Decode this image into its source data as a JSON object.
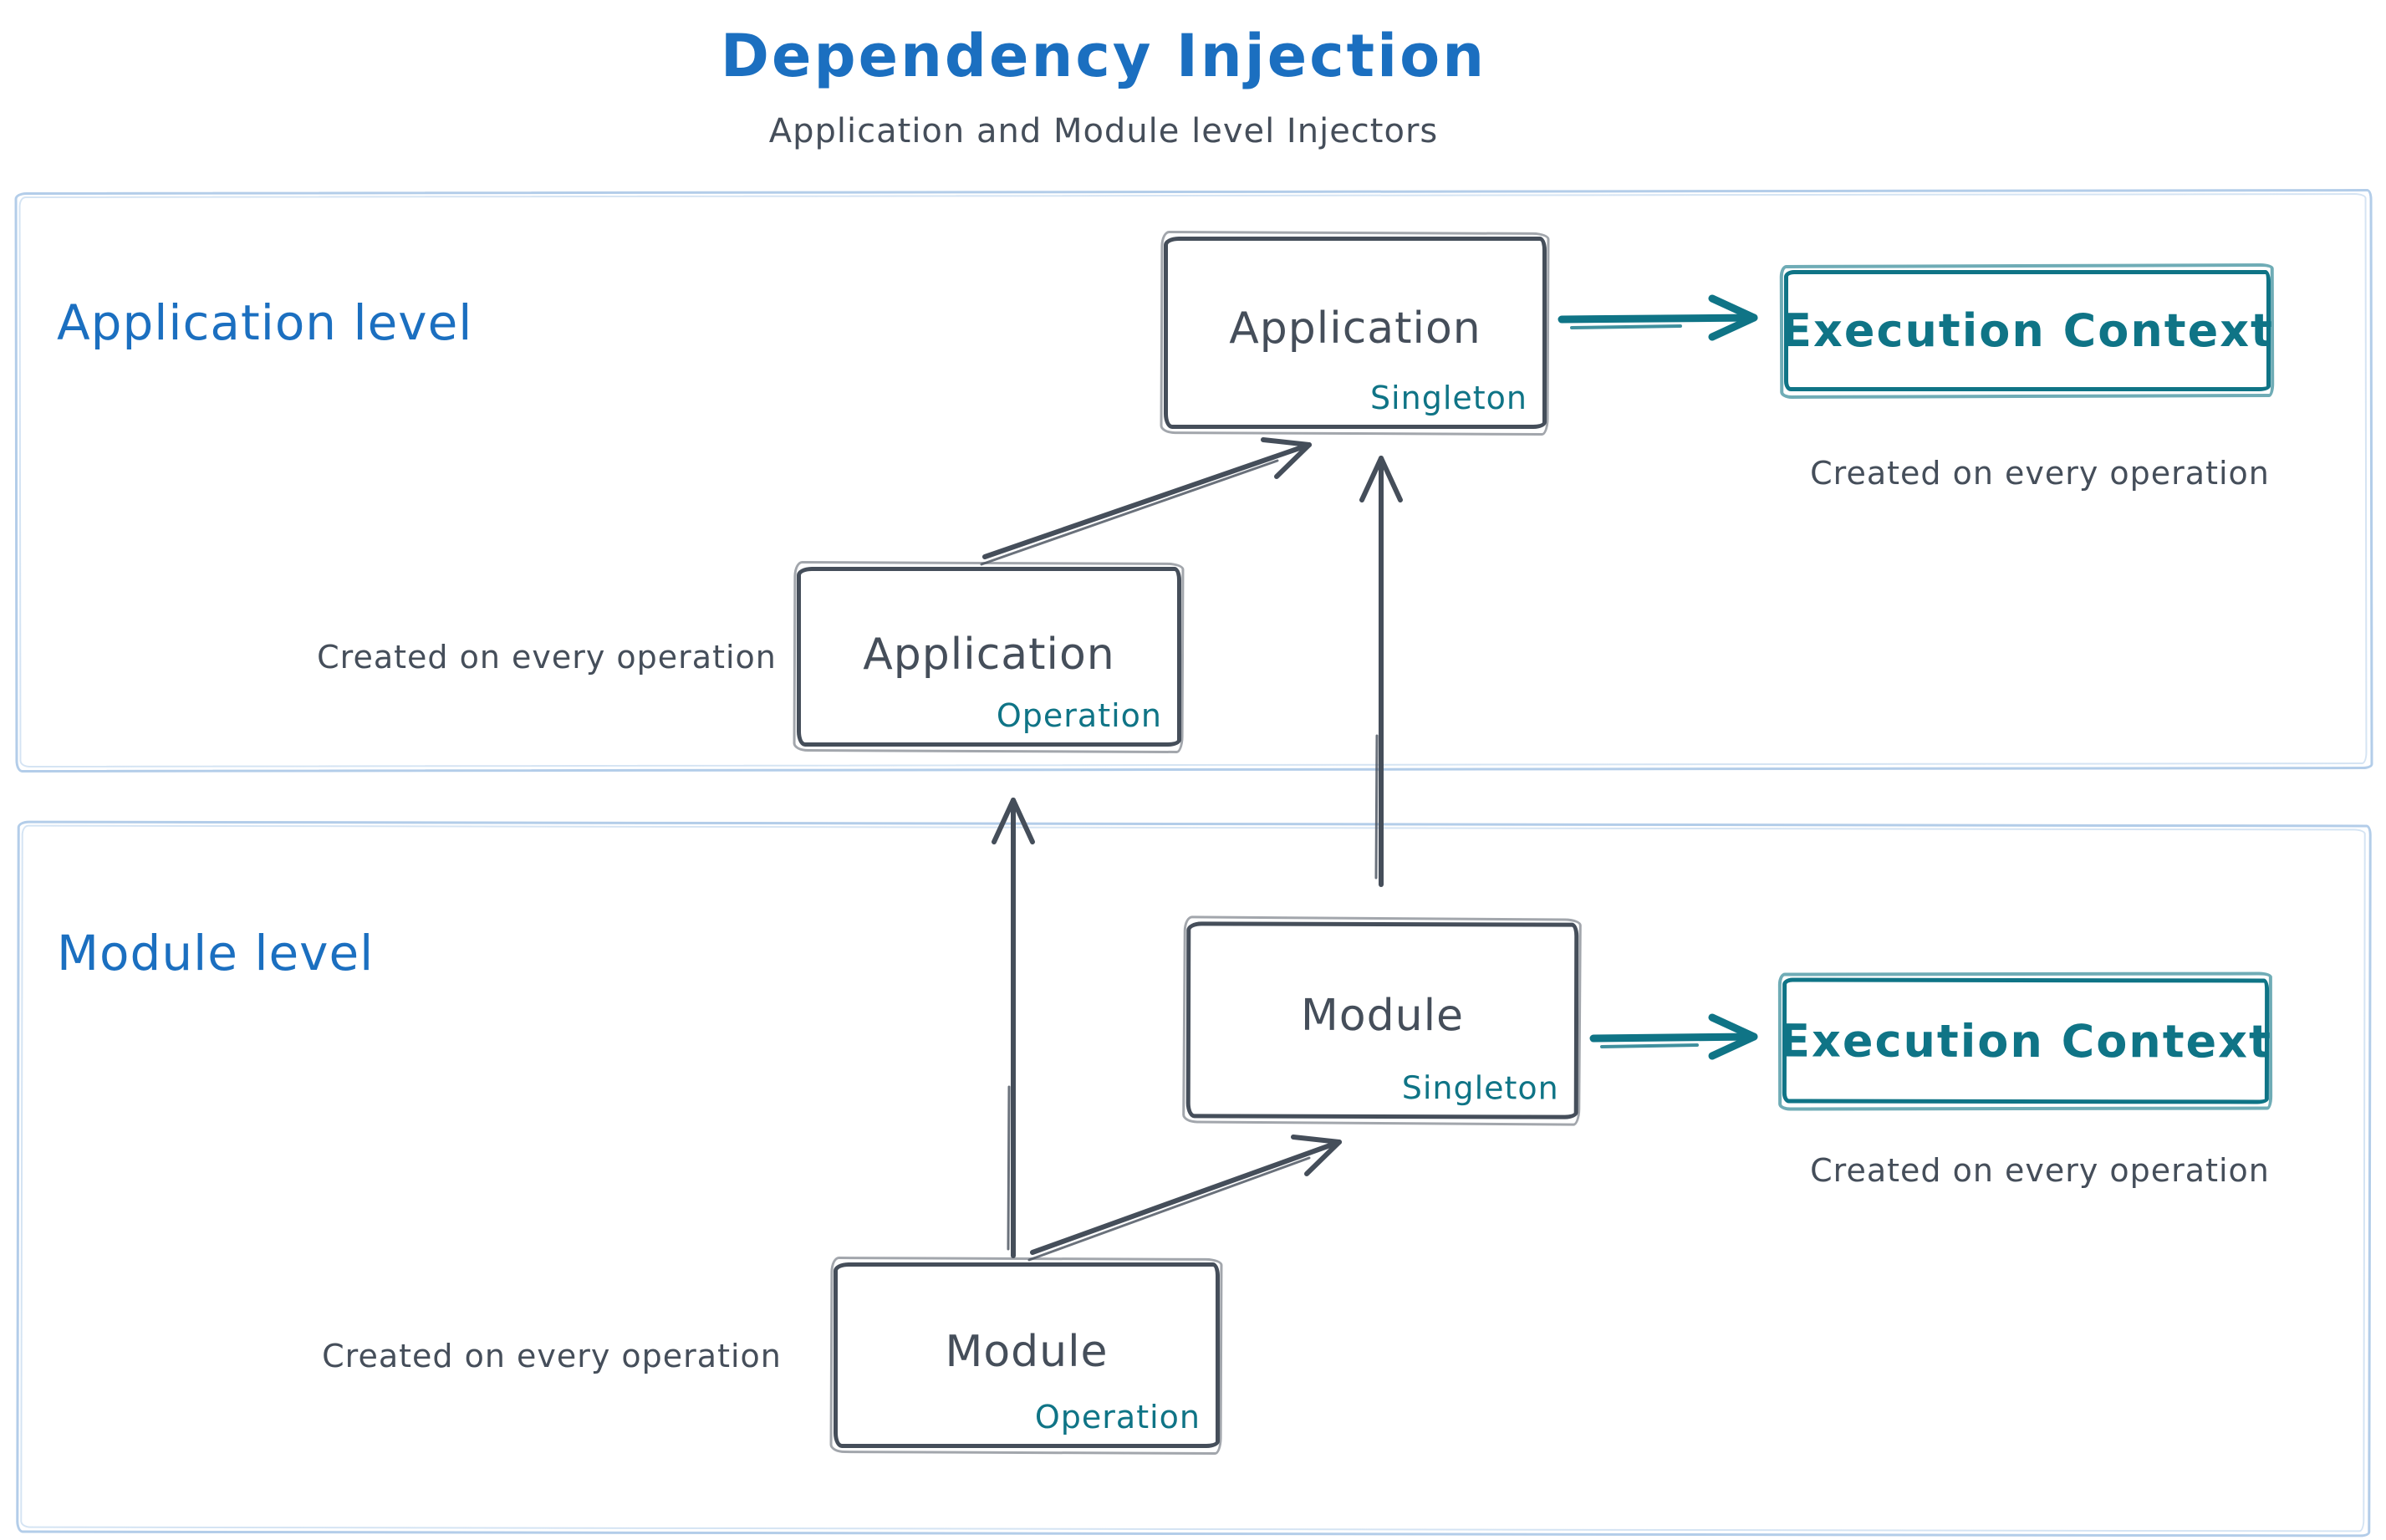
{
  "diagram": {
    "title": "Dependency Injection",
    "subtitle": "Application and Module level Injectors",
    "sections": {
      "application": {
        "label": "Application level"
      },
      "module": {
        "label": "Module level"
      }
    },
    "nodes": {
      "app_singleton": {
        "name": "Application",
        "scope": "Singleton"
      },
      "app_operation": {
        "name": "Application",
        "scope": "Operation",
        "note": "Created on every operation"
      },
      "app_execution": {
        "name": "Execution Context",
        "note": "Created on every operation"
      },
      "module_singleton": {
        "name": "Module",
        "scope": "Singleton"
      },
      "module_operation": {
        "name": "Module",
        "scope": "Operation",
        "note": "Created on every operation"
      },
      "module_execution": {
        "name": "Execution Context",
        "note": "Created on every operation"
      }
    },
    "colors": {
      "blue": "#1b6fc0",
      "teal": "#0f7486",
      "ink": "#454e5a",
      "container_border": "#b3cde9"
    }
  }
}
